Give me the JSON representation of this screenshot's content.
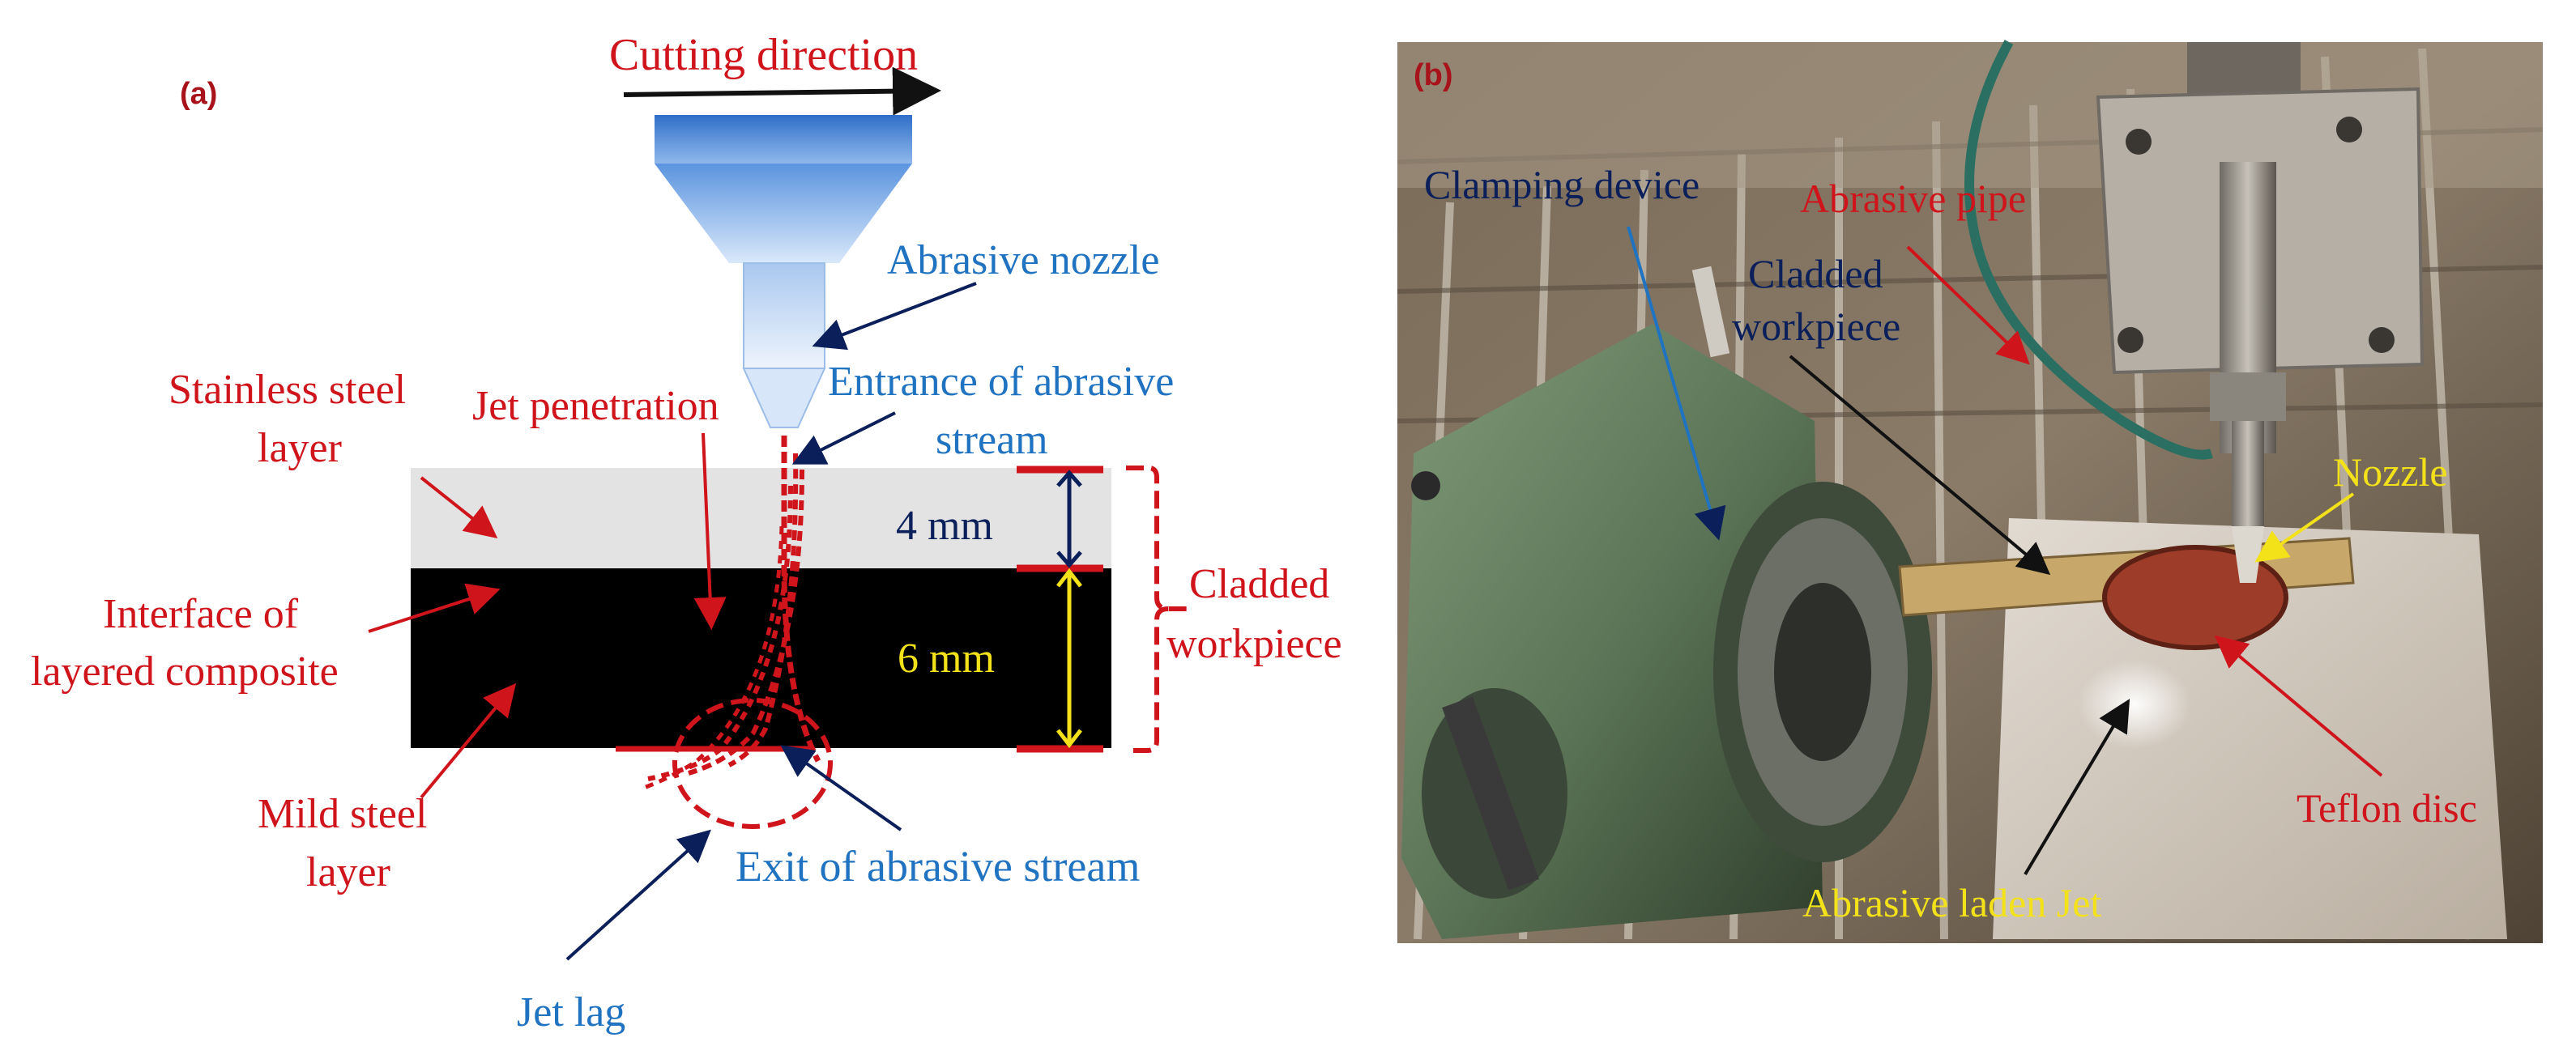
{
  "panel_a": {
    "label": "(a)",
    "cutting_direction": "Cutting direction",
    "abrasive_nozzle": "Abrasive nozzle",
    "entrance_line1": "Entrance of abrasive",
    "entrance_line2": "stream",
    "stainless_line1": "Stainless steel",
    "stainless_line2": "layer",
    "jet_penetration": "Jet penetration",
    "interface_line1": "Interface of",
    "interface_line2": "layered composite",
    "mild_line1": "Mild steel",
    "mild_line2": "layer",
    "exit_stream": "Exit of abrasive stream",
    "jet_lag": "Jet lag",
    "dim_top": "4 mm",
    "dim_bottom": "6 mm",
    "cladded_line1": "Cladded",
    "cladded_line2": "workpiece"
  },
  "panel_b": {
    "label": "(b)",
    "clamping_device": "Clamping device",
    "abrasive_pipe": "Abrasive pipe",
    "cladded_line1": "Cladded",
    "cladded_line2": "workpiece",
    "nozzle": "Nozzle",
    "teflon_disc": "Teflon disc",
    "abrasive_jet": "Abrasive laden Jet"
  },
  "colors": {
    "red_label": "#d0141c",
    "blue_label": "#1f73c1",
    "navy_label": "#0b1f5a",
    "yellow_label": "#f3e21a",
    "panel_label": "#a8121a",
    "stainless_layer": "#e3e3e3",
    "mild_layer": "#000000",
    "nozzle_blue": "#4b8fdc"
  }
}
